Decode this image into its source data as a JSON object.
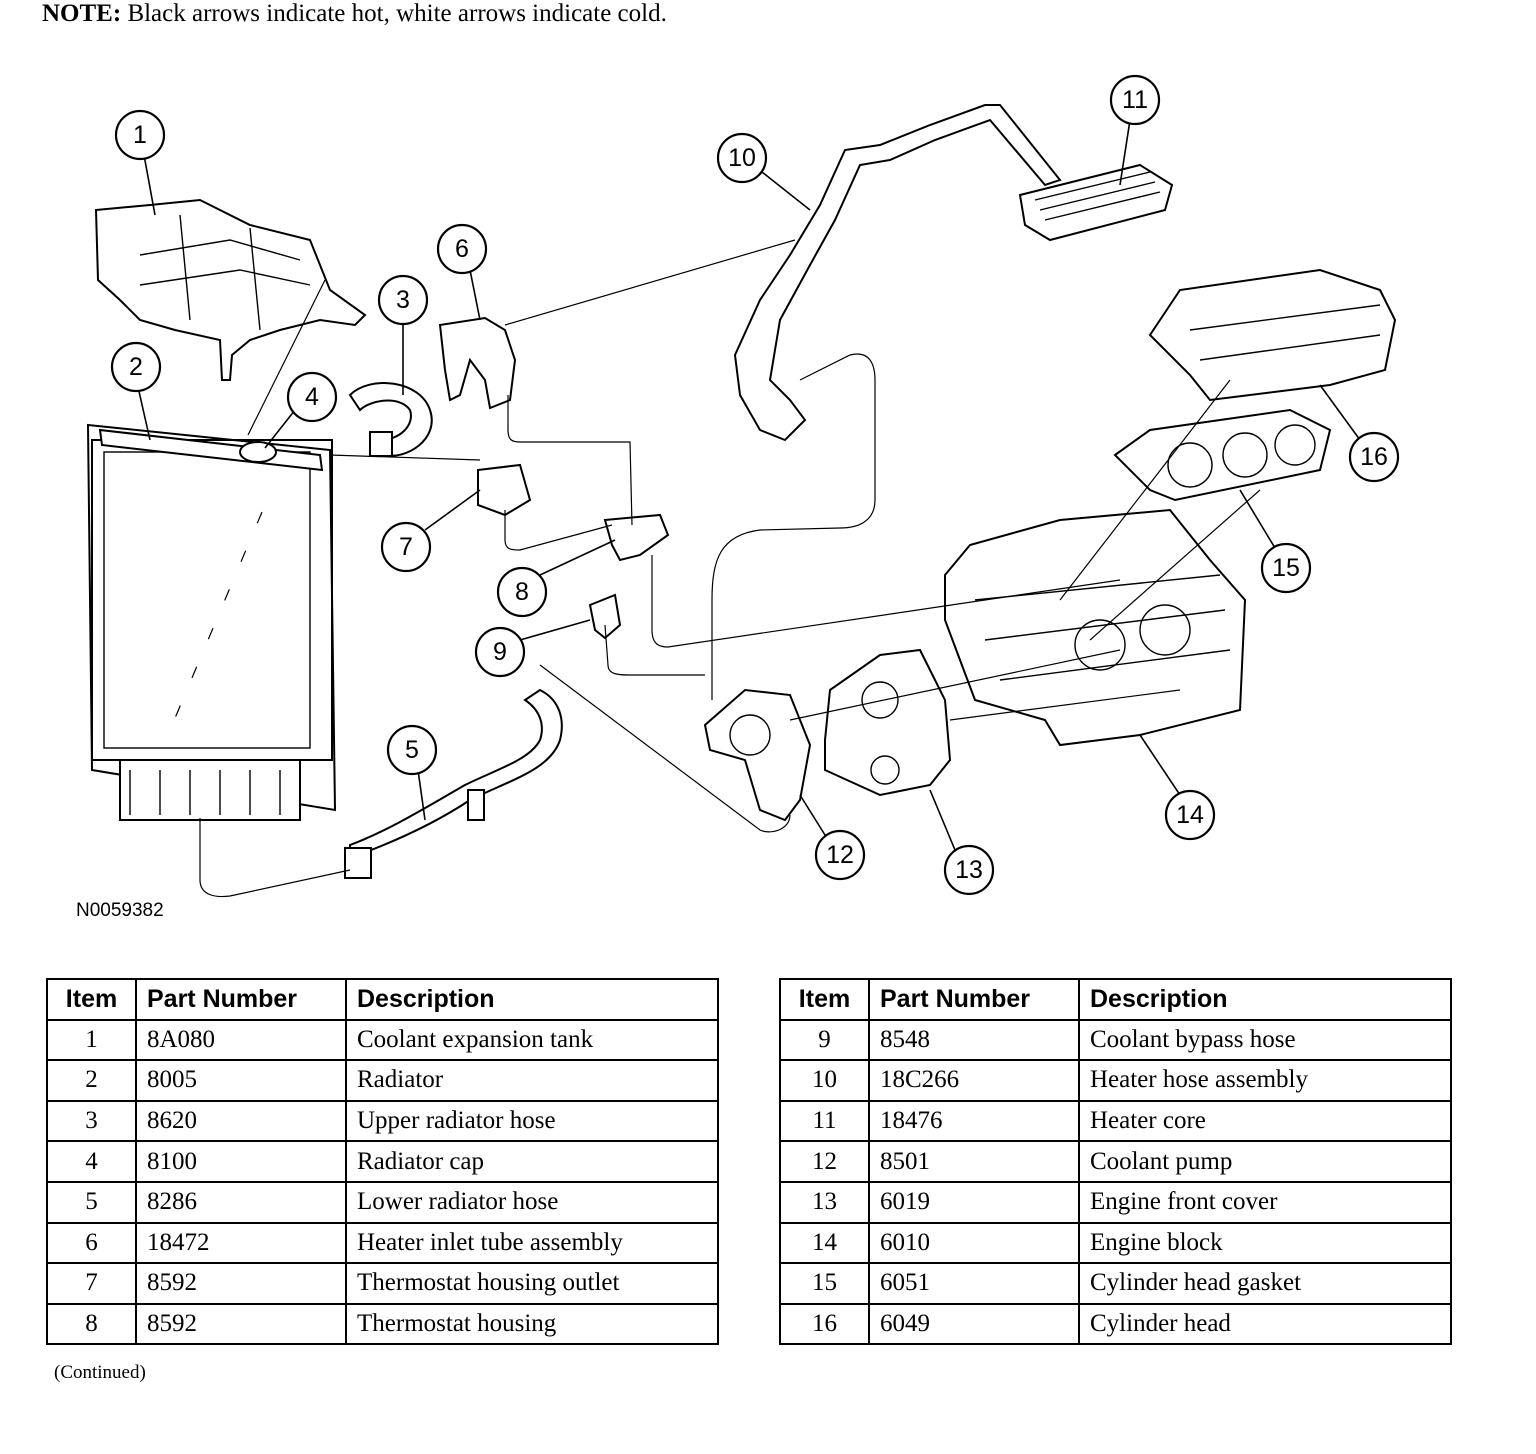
{
  "note": {
    "label": "NOTE:",
    "text": " Black arrows indicate hot, white arrows indicate cold."
  },
  "figure_id": "N0059382",
  "callouts": [
    "1",
    "2",
    "3",
    "4",
    "5",
    "6",
    "7",
    "8",
    "9",
    "10",
    "11",
    "12",
    "13",
    "14",
    "15",
    "16"
  ],
  "table_headers": {
    "item": "Item",
    "part_number": "Part Number",
    "description": "Description"
  },
  "parts_left": [
    {
      "item": "1",
      "part_number": "8A080",
      "description": "Coolant expansion tank"
    },
    {
      "item": "2",
      "part_number": "8005",
      "description": "Radiator"
    },
    {
      "item": "3",
      "part_number": "8620",
      "description": "Upper radiator hose"
    },
    {
      "item": "4",
      "part_number": "8100",
      "description": "Radiator cap"
    },
    {
      "item": "5",
      "part_number": "8286",
      "description": "Lower radiator hose"
    },
    {
      "item": "6",
      "part_number": "18472",
      "description": "Heater inlet tube assembly"
    },
    {
      "item": "7",
      "part_number": "8592",
      "description": "Thermostat housing outlet"
    },
    {
      "item": "8",
      "part_number": "8592",
      "description": "Thermostat housing"
    }
  ],
  "parts_right": [
    {
      "item": "9",
      "part_number": "8548",
      "description": "Coolant bypass hose"
    },
    {
      "item": "10",
      "part_number": "18C266",
      "description": "Heater hose assembly"
    },
    {
      "item": "11",
      "part_number": "18476",
      "description": "Heater core"
    },
    {
      "item": "12",
      "part_number": "8501",
      "description": "Coolant pump"
    },
    {
      "item": "13",
      "part_number": "6019",
      "description": "Engine front cover"
    },
    {
      "item": "14",
      "part_number": "6010",
      "description": "Engine block"
    },
    {
      "item": "15",
      "part_number": "6051",
      "description": "Cylinder head gasket"
    },
    {
      "item": "16",
      "part_number": "6049",
      "description": "Cylinder head"
    }
  ],
  "continued": "(Continued)"
}
